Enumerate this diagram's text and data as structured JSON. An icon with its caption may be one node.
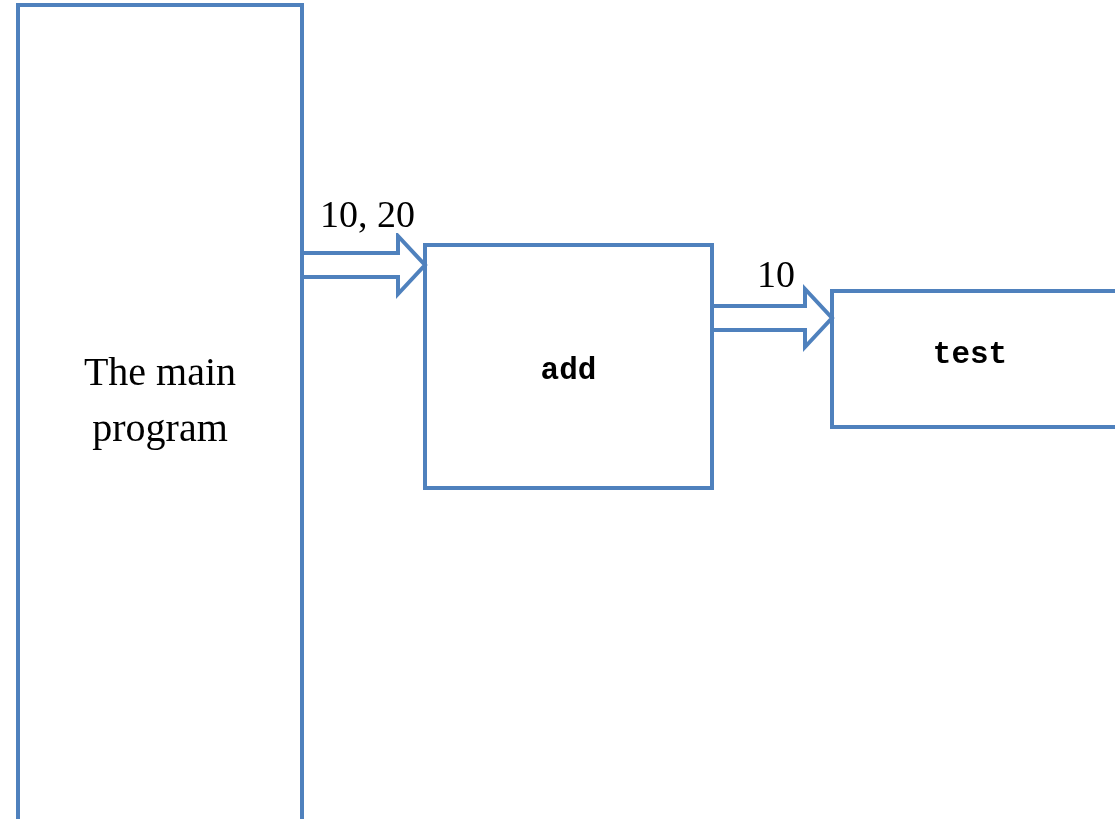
{
  "diagram": {
    "nodes": [
      {
        "text": [
          "The main program"
        ]
      },
      {
        "text": [
          "add"
        ]
      },
      {
        "text": [
          "test"
        ]
      }
    ],
    "edges": [
      {
        "from": 0,
        "to": 1,
        "arrow": "to",
        "label": "10, 20"
      },
      {
        "from": 1,
        "to": 2,
        "arrow": "to",
        "label": "10"
      }
    ]
  }
}
